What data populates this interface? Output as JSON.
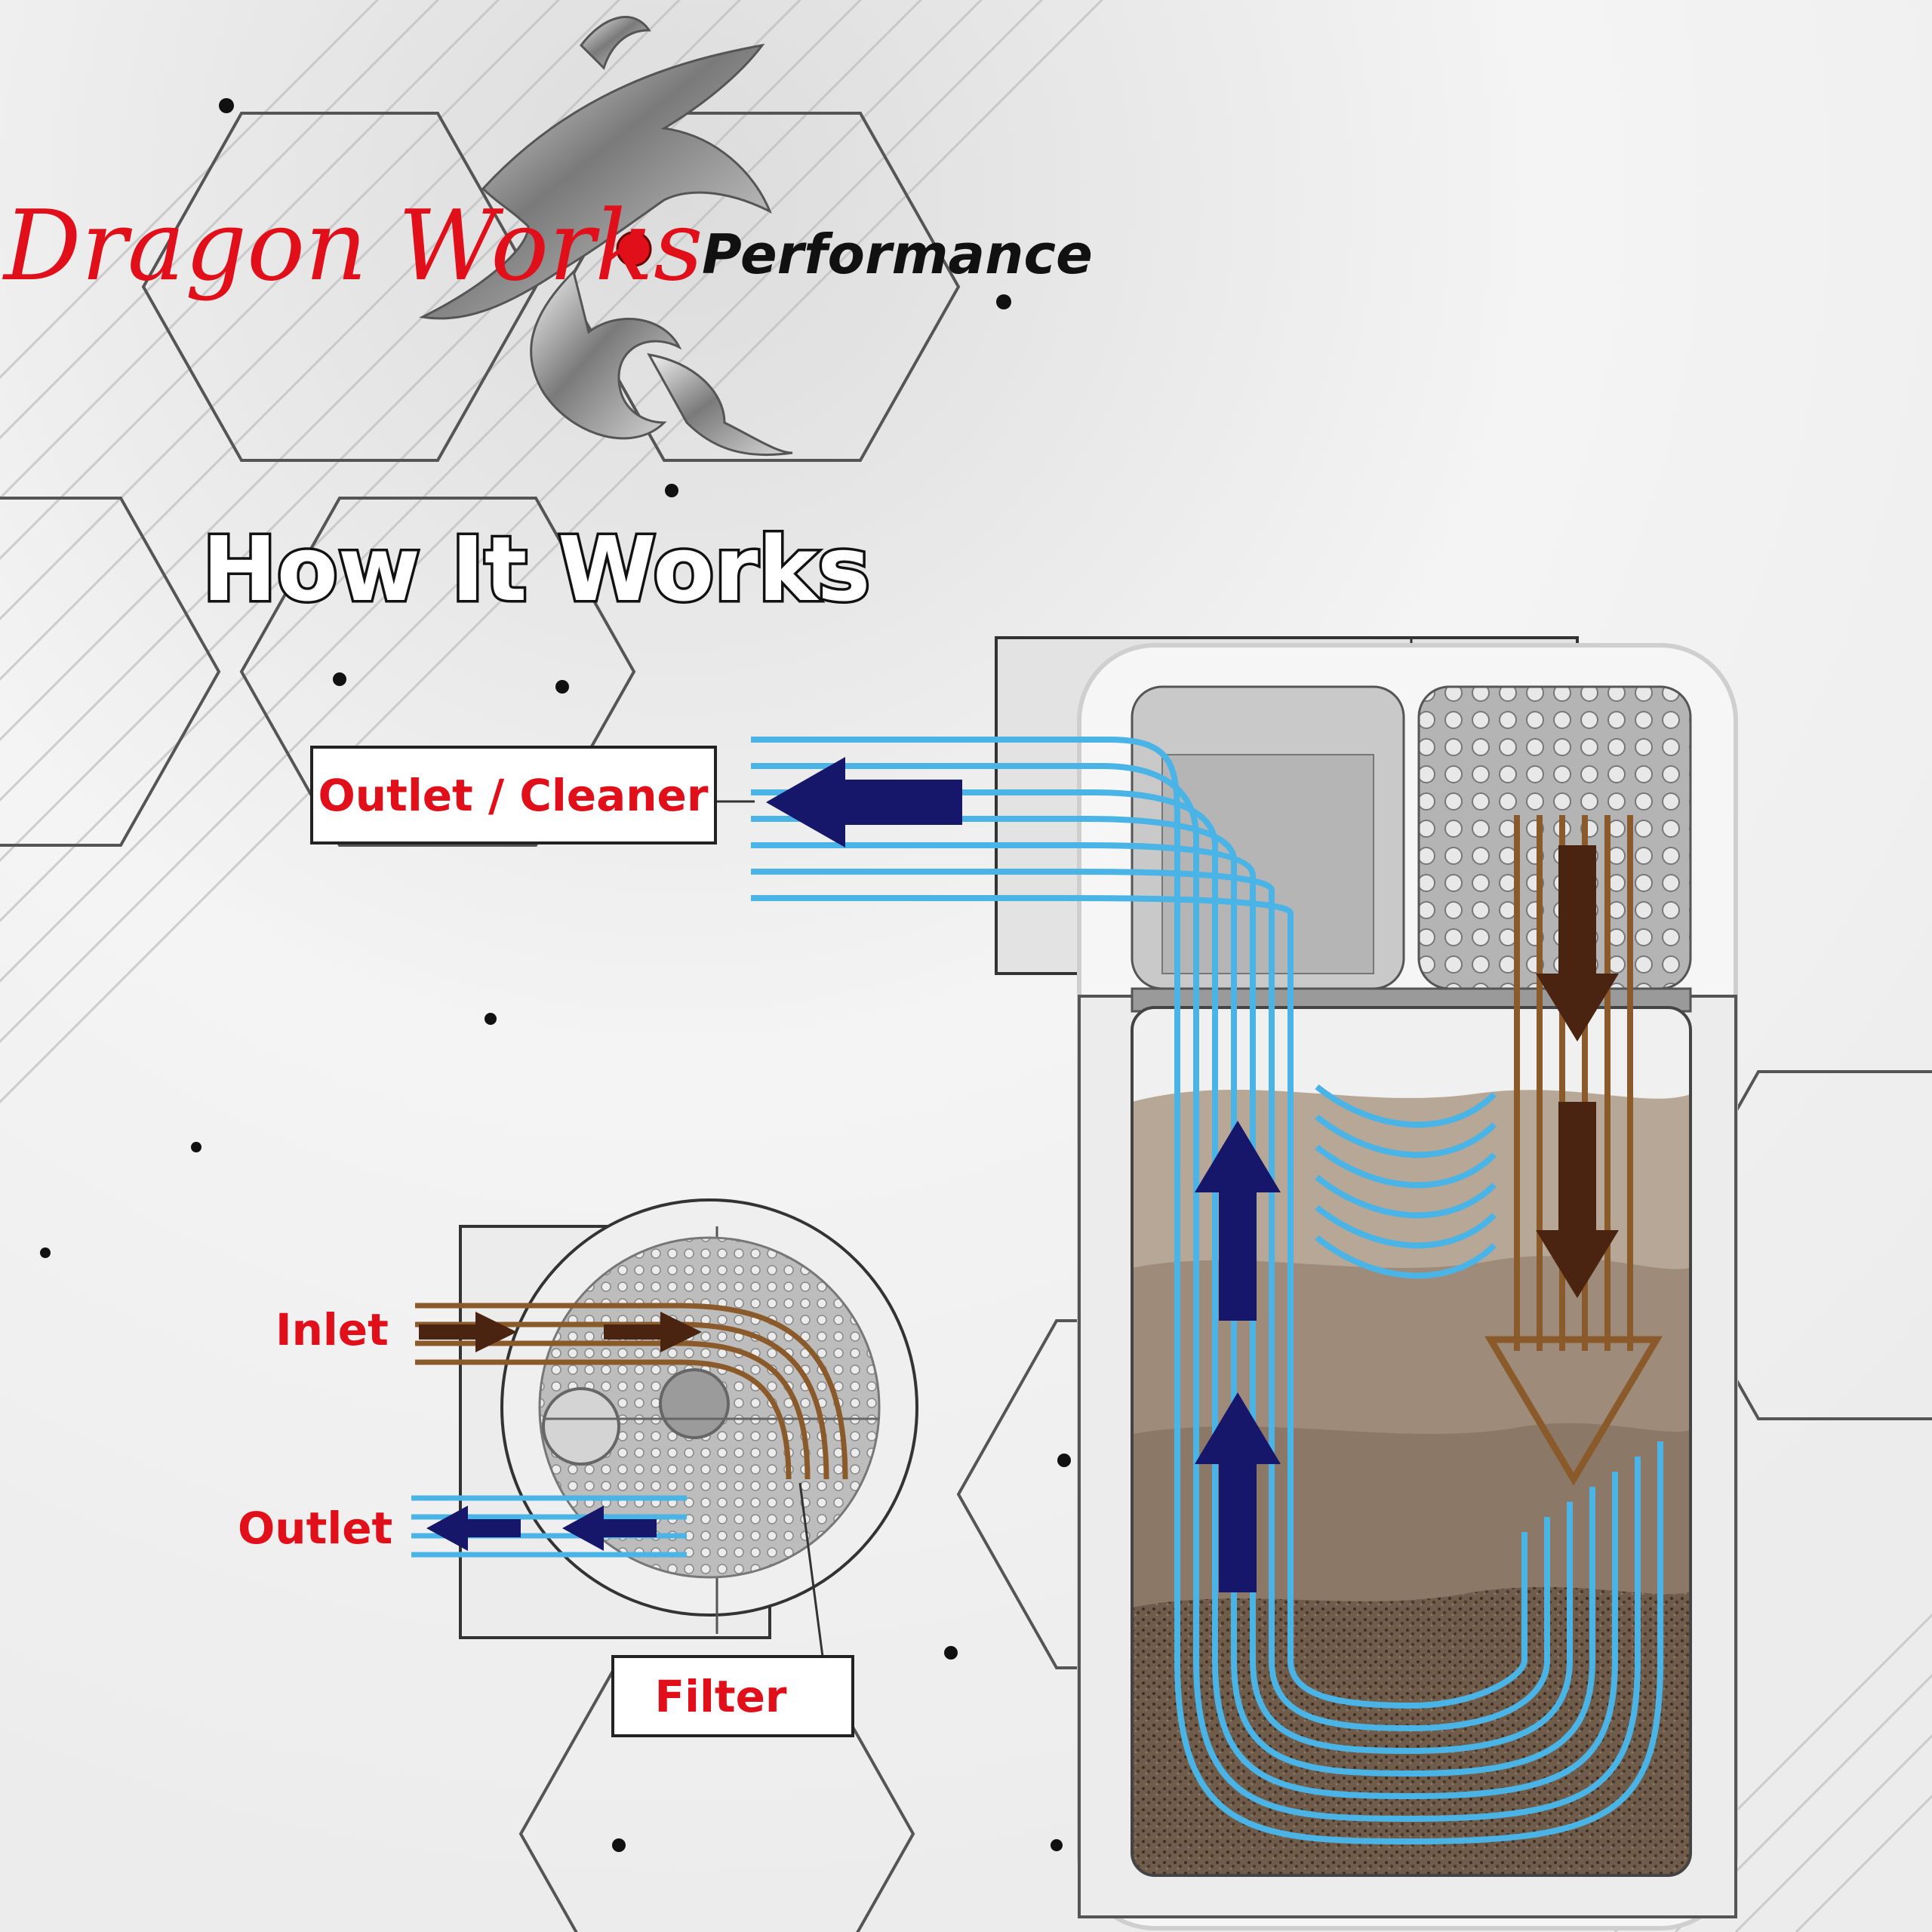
{
  "brand": {
    "name": "Dragon Works",
    "tagline": "Performance"
  },
  "heading": "How It Works",
  "labels": {
    "outlet_cleaner": "Outlet / Cleaner",
    "inlet": "Inlet",
    "outlet": "Outlet",
    "filter": "Filter"
  },
  "colors": {
    "brand_red": "#e00f1a",
    "clean_flow": "#4bb4e6",
    "dirty_flow": "#8a5a2b",
    "arrow_dark_blue": "#16166a",
    "arrow_dark_brown": "#4a2410"
  }
}
